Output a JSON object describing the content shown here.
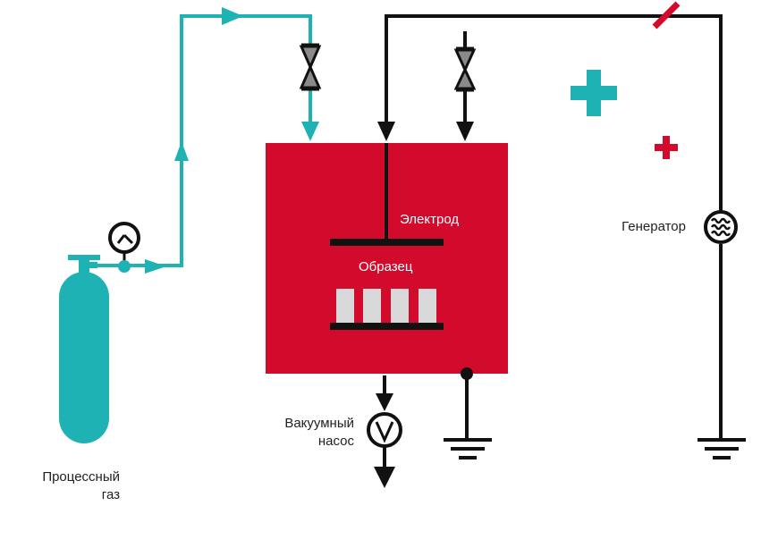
{
  "labels": {
    "process_gas_line1": "Процессный",
    "process_gas_line2": "газ",
    "vacuum_pump_line1": "Вакуумный",
    "vacuum_pump_line2": "насос",
    "generator": "Генератор",
    "electrode": "Электрод",
    "sample": "Образец"
  },
  "colors": {
    "chamber": "#d20a2c",
    "gas_line": "#1fb2b5",
    "wire": "#111111",
    "sample": "#d9d9d9",
    "valve": "#8a8a8a",
    "positive_ion": "#1fb2b5",
    "small_ion": "#d20a2c"
  },
  "icons": {
    "gas_cylinder": "gas-cylinder-icon",
    "pressure_gauge": "pressure-gauge-icon",
    "valve": "valve-icon",
    "vacuum_pump": "vacuum-pump-icon",
    "generator": "ac-generator-icon",
    "ground": "ground-icon",
    "switch": "switch-icon",
    "plus": "plus-icon"
  }
}
